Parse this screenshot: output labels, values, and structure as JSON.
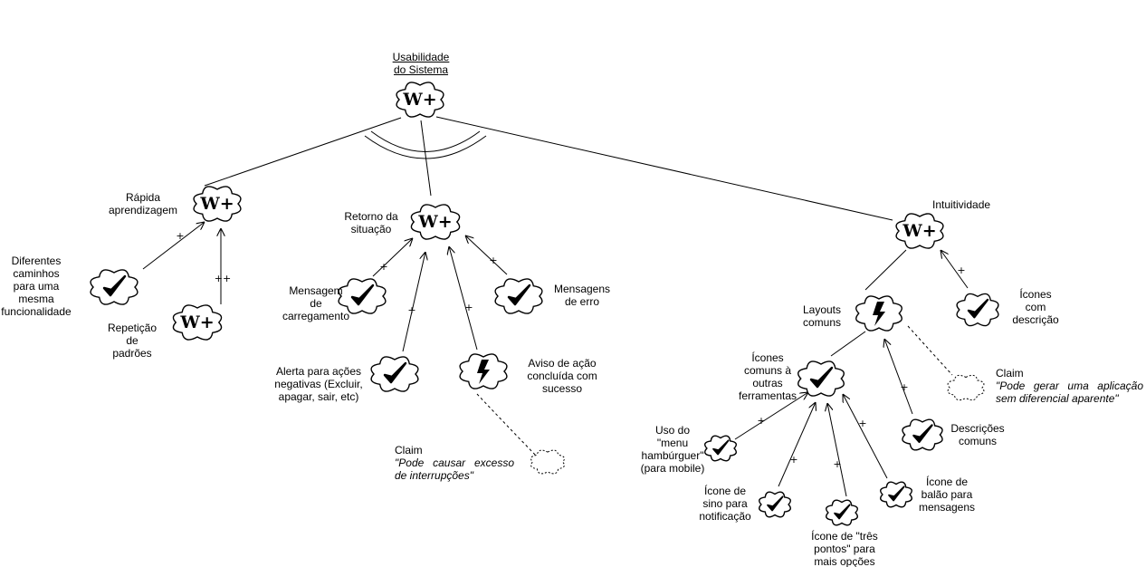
{
  "softgoals": {
    "root": {
      "label": "Usabilidade\ndo Sistema",
      "icon": "W+"
    },
    "rapida": {
      "label": "Rápida\naprendizagem",
      "icon": "W+"
    },
    "retorno": {
      "label": "Retorno da\nsituação",
      "icon": "W+"
    },
    "intuitividade": {
      "label": "Intuitividade",
      "icon": "W+"
    },
    "repeticao": {
      "label": "Repetição\nde\npadrões",
      "icon": "W+"
    },
    "layouts": {
      "label": "Layouts\ncomuns",
      "icon": "lightning"
    },
    "aviso": {
      "label": "Aviso de ação\nconcluída com\nsucesso",
      "icon": "lightning"
    },
    "diferentes": {
      "label": "Diferentes\ncaminhos\npara uma\nmesma\nfuncionalidade",
      "icon": "check"
    },
    "mensagem_carregamento": {
      "label": "Mensagem\nde\ncarregamento",
      "icon": "check"
    },
    "mensagens_erro": {
      "label": "Mensagens\nde erro",
      "icon": "check"
    },
    "alerta": {
      "label": "Alerta para ações\nnegativas (Excluir,\napagar, sair, etc)",
      "icon": "check"
    },
    "icones_descricao": {
      "label": "Ícones\ncom\ndescrição",
      "icon": "check"
    },
    "icones_comuns": {
      "label": "Ícones\ncomuns à\noutras\nferramentas",
      "icon": "check"
    },
    "descricoes_comuns": {
      "label": "Descrições\ncomuns",
      "icon": "check"
    },
    "menu_hamburguer": {
      "label": "Uso do\n\"menu\nhambúrguer\"\n(para mobile)",
      "icon": "check"
    },
    "sino": {
      "label": "Ícone de\nsino para\nnotificação",
      "icon": "check"
    },
    "tres_pontos": {
      "label": "Ícone de \"três\npontos\" para\nmais opções",
      "icon": "check"
    },
    "balao": {
      "label": "Ícone de\nbalão para\nmensagens",
      "icon": "check"
    }
  },
  "claims": {
    "interrupcoes": {
      "title": "Claim",
      "text": "\"Pode causar excesso de interrupções\""
    },
    "diferencial": {
      "title": "Claim",
      "text": "\"Pode gerar uma aplicação sem diferencial aparente\""
    }
  },
  "contributions": {
    "diferentes_rapida": "+",
    "repeticao_rapida": "++",
    "mensagem_retorno": "+",
    "alerta_retorno": "+",
    "aviso_retorno": "+",
    "erro_retorno": "+",
    "descricao_intuitividade": "+",
    "descricoes_layouts": "+",
    "menu_icones": "+",
    "sino_icones": "+",
    "pontos_icones": "+",
    "balao_icones": "+"
  },
  "colors": {
    "stroke": "#000000",
    "background": "#ffffff"
  }
}
